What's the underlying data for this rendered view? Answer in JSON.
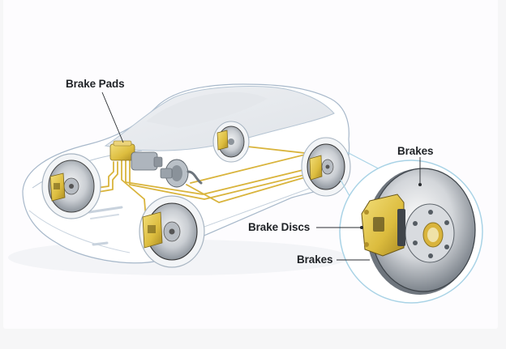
{
  "diagram": {
    "subject": "Car braking system",
    "labels": {
      "brake_pads": "Brake Pads",
      "brakes_top": "Brakes",
      "brake_discs": "Brake Discs",
      "brakes_bottom": "Brakes"
    },
    "colors": {
      "caliper": "#e2c54a",
      "brake_line": "#d9b43c",
      "car_outline": "#9fb3c8",
      "callout_ring": "#a9d3e6",
      "disc": "#c5c9ce",
      "label_text": "#1f2226"
    }
  }
}
